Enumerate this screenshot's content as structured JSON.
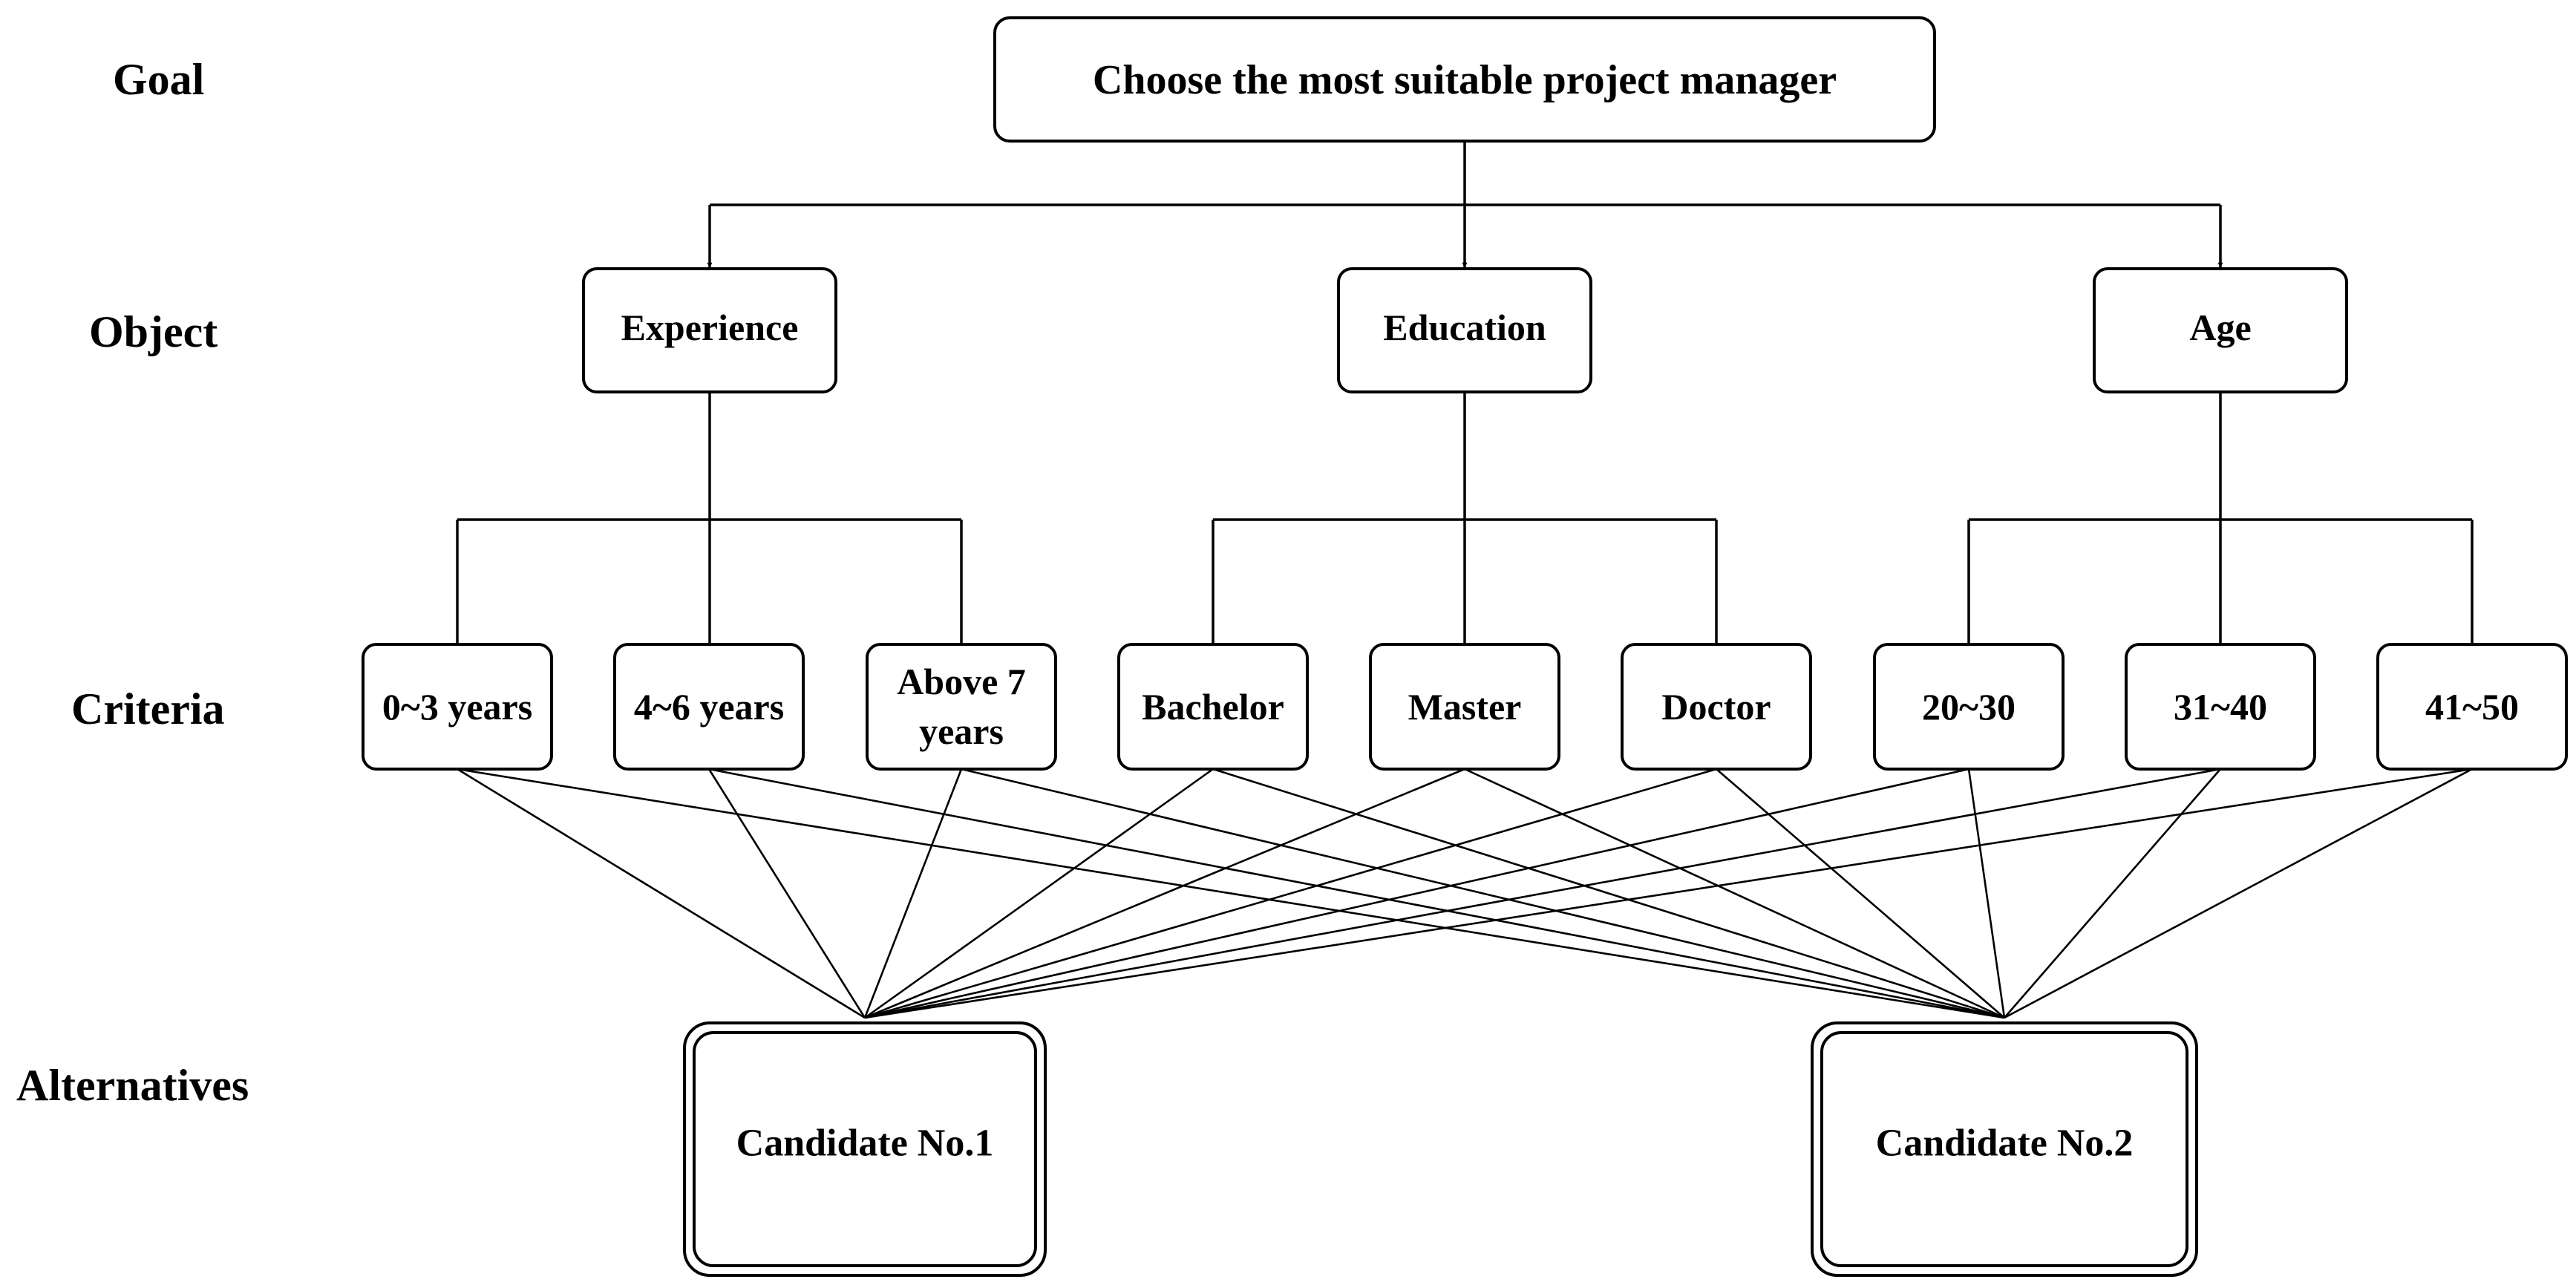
{
  "levels": {
    "goal": "Goal",
    "object": "Object",
    "criteria": "Criteria",
    "alternatives": "Alternatives"
  },
  "goal": "Choose the most suitable project manager",
  "objects": [
    "Experience",
    "Education",
    "Age"
  ],
  "criteria": [
    [
      "0~3 years"
    ],
    [
      "4~6 years"
    ],
    [
      "Above 7",
      "years"
    ],
    [
      "Bachelor"
    ],
    [
      "Master"
    ],
    [
      "Doctor"
    ],
    [
      "20~30"
    ],
    [
      "31~40"
    ],
    [
      "41~50"
    ]
  ],
  "alternatives": [
    "Candidate No.1",
    "Candidate No.2"
  ]
}
